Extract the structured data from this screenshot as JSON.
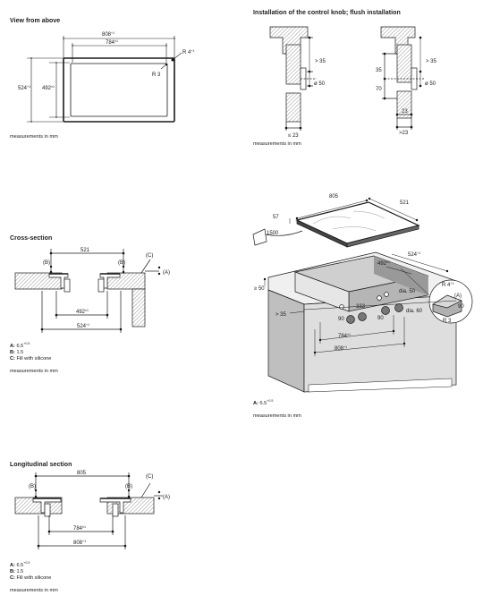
{
  "panels": {
    "view_from_above": {
      "title": "View from above",
      "note": "measurements in mm",
      "dims": {
        "width_outer": "808",
        "width_outer_tol": "+1",
        "width_inner": "784",
        "width_inner_tol": "±1",
        "height_outer": "524",
        "height_outer_tol": "+1",
        "height_inner": "492",
        "height_inner_tol": "±1",
        "radius_outer": "R 4",
        "radius_outer_tol": "+1",
        "radius_inner": "R 3"
      }
    },
    "control_knob": {
      "title": "Installation of the control knob; flush installation",
      "note": "measurements in mm",
      "dims": {
        "gt35_left": "> 35",
        "dia50_left": "ø 50",
        "le23": "≤ 23",
        "gt35_right": "> 35",
        "d35": "35",
        "dia50_right": "ø 50",
        "d70": "70",
        "d23": "23",
        "gt23": ">23"
      }
    },
    "cross_section": {
      "title": "Cross-section",
      "note": "measurements in mm",
      "labels": {
        "a": "(A)",
        "b_left": "(B)",
        "b_right": "(B)",
        "c": "(C)"
      },
      "dims": {
        "top": "521",
        "inner": "492",
        "inner_tol": "±1",
        "outer": "524",
        "outer_tol": "+1"
      },
      "legend": [
        {
          "key": "A:",
          "value": "6.5",
          "tol": "+0.5"
        },
        {
          "key": "B:",
          "value": "1.5",
          "tol": ""
        },
        {
          "key": "C:",
          "value": "Fill with silicone",
          "tol": ""
        }
      ]
    },
    "longitudinal_section": {
      "title": "Longitudinal section",
      "note": "measurements in mm",
      "labels": {
        "a": "(A)",
        "b_left": "(B)",
        "b_right": "(B)",
        "c": "(C)"
      },
      "dims": {
        "top": "805",
        "inner": "784",
        "inner_tol": "±1",
        "outer": "808",
        "outer_tol": "+1"
      },
      "legend": [
        {
          "key": "A:",
          "value": "6.5",
          "tol": "+0.5"
        },
        {
          "key": "B:",
          "value": "1.5",
          "tol": ""
        },
        {
          "key": "C:",
          "value": "Fill with silicone",
          "tol": ""
        }
      ]
    },
    "isometric": {
      "note": "measurements in mm",
      "legend": [
        {
          "key": "A:",
          "value": "6.5",
          "tol": "+0.5"
        }
      ],
      "dims": {
        "d805": "805",
        "d521": "521",
        "d57": "57",
        "d1500": "1500",
        "d524": "524",
        "d524_tol": "+1",
        "d492": "492",
        "d492_tol": "±1",
        "ge50": "≥ 50",
        "dia50": "dia. 50",
        "d333": "333",
        "d90a": "90",
        "d90b": "90",
        "gt35": "> 35",
        "dia60": "dia. 60",
        "d784": "784",
        "d784_tol": "±1",
        "d808": "808",
        "d808_tol": "+1",
        "r4": "R 4",
        "r4_tol": "+1",
        "d90c": "90",
        "r3": "R 3",
        "a_label": "(A)"
      }
    }
  }
}
